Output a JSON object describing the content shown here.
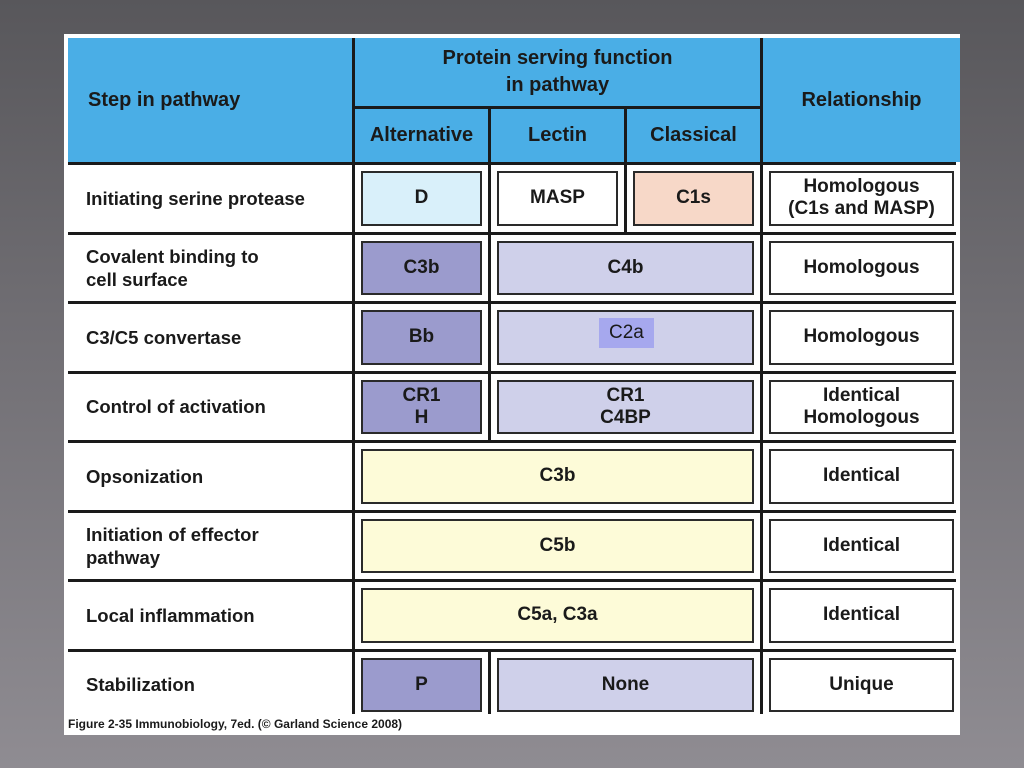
{
  "header": {
    "step": "Step in pathway",
    "protein_group": "Protein serving function\nin pathway",
    "alternative": "Alternative",
    "lectin": "Lectin",
    "classical": "Classical",
    "relationship": "Relationship"
  },
  "rows": [
    {
      "step": "Initiating serine protease",
      "alternative": "D",
      "lectin": "MASP",
      "classical": "C1s",
      "relationship": "Homologous\n(C1s and MASP)"
    },
    {
      "step": "Covalent binding to\ncell surface",
      "alternative": "C3b",
      "lectin_classical": "C4b",
      "relationship": "Homologous"
    },
    {
      "step": "C3/C5 convertase",
      "alternative": "Bb",
      "lectin_classical": "",
      "overlay": "C2a",
      "relationship": "Homologous"
    },
    {
      "step": "Control of activation",
      "alternative": "CR1\nH",
      "lectin_classical": "CR1\nC4BP",
      "relationship": "Identical\nHomologous"
    },
    {
      "step": "Opsonization",
      "all": "C3b",
      "relationship": "Identical"
    },
    {
      "step": "Initiation of effector\npathway",
      "all": "C5b",
      "relationship": "Identical"
    },
    {
      "step": "Local inflammation",
      "all": "C5a, C3a",
      "relationship": "Identical"
    },
    {
      "step": "Stabilization",
      "alternative": "P",
      "lectin_classical": "None",
      "relationship": "Unique"
    }
  ],
  "caption": "Figure 2-35  Immunobiology, 7ed. (© Garland Science 2008)",
  "colors": {
    "header": "#4aaee6",
    "light_blue": "#d9f0fa",
    "peach": "#f7d8c8",
    "purple": "#9b9bcd",
    "lavender": "#cfd0ea",
    "yellow": "#fdfbd8"
  }
}
